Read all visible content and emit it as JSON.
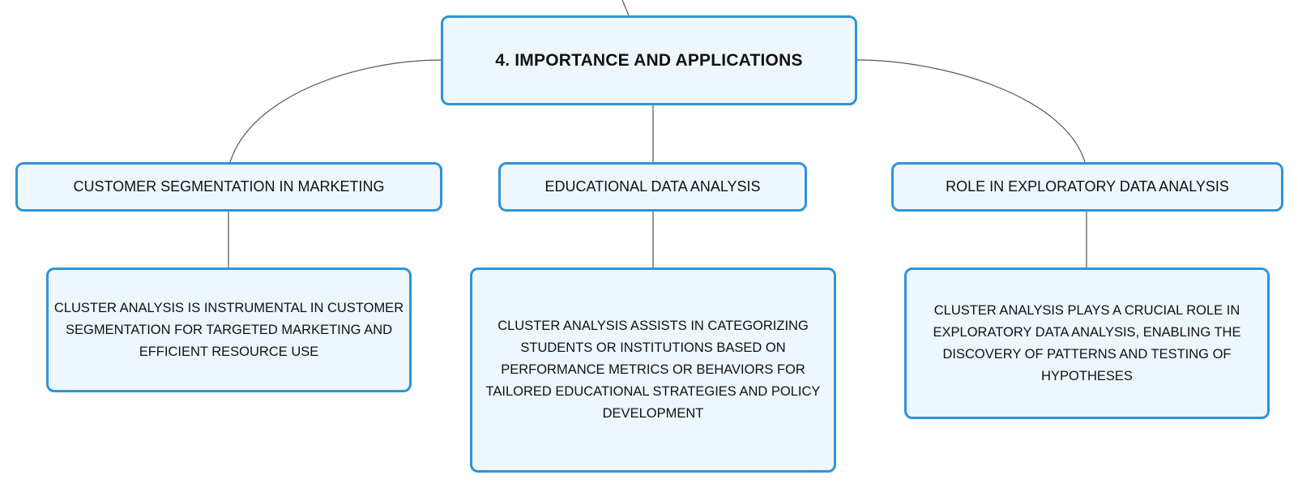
{
  "diagram": {
    "root": {
      "title": "4. IMPORTANCE AND APPLICATIONS"
    },
    "branches": [
      {
        "title": "CUSTOMER SEGMENTATION IN MARKETING",
        "detail": "CLUSTER ANALYSIS IS INSTRUMENTAL IN CUSTOMER SEGMENTATION FOR TARGETED MARKETING AND EFFICIENT RESOURCE USE"
      },
      {
        "title": "EDUCATIONAL DATA ANALYSIS",
        "detail": "CLUSTER ANALYSIS ASSISTS IN CATEGORIZING STUDENTS OR INSTITUTIONS BASED ON PERFORMANCE METRICS OR BEHAVIORS FOR TAILORED EDUCATIONAL STRATEGIES AND POLICY DEVELOPMENT"
      },
      {
        "title": "ROLE IN EXPLORATORY DATA ANALYSIS",
        "detail": "CLUSTER ANALYSIS PLAYS A CRUCIAL ROLE IN EXPLORATORY DATA ANALYSIS, ENABLING THE DISCOVERY OF PATTERNS AND TESTING OF HYPOTHESES"
      }
    ]
  },
  "colors": {
    "node_fill": "#eef7fd",
    "node_border": "#2f94d8",
    "connector": "#555555",
    "text": "#111111"
  }
}
